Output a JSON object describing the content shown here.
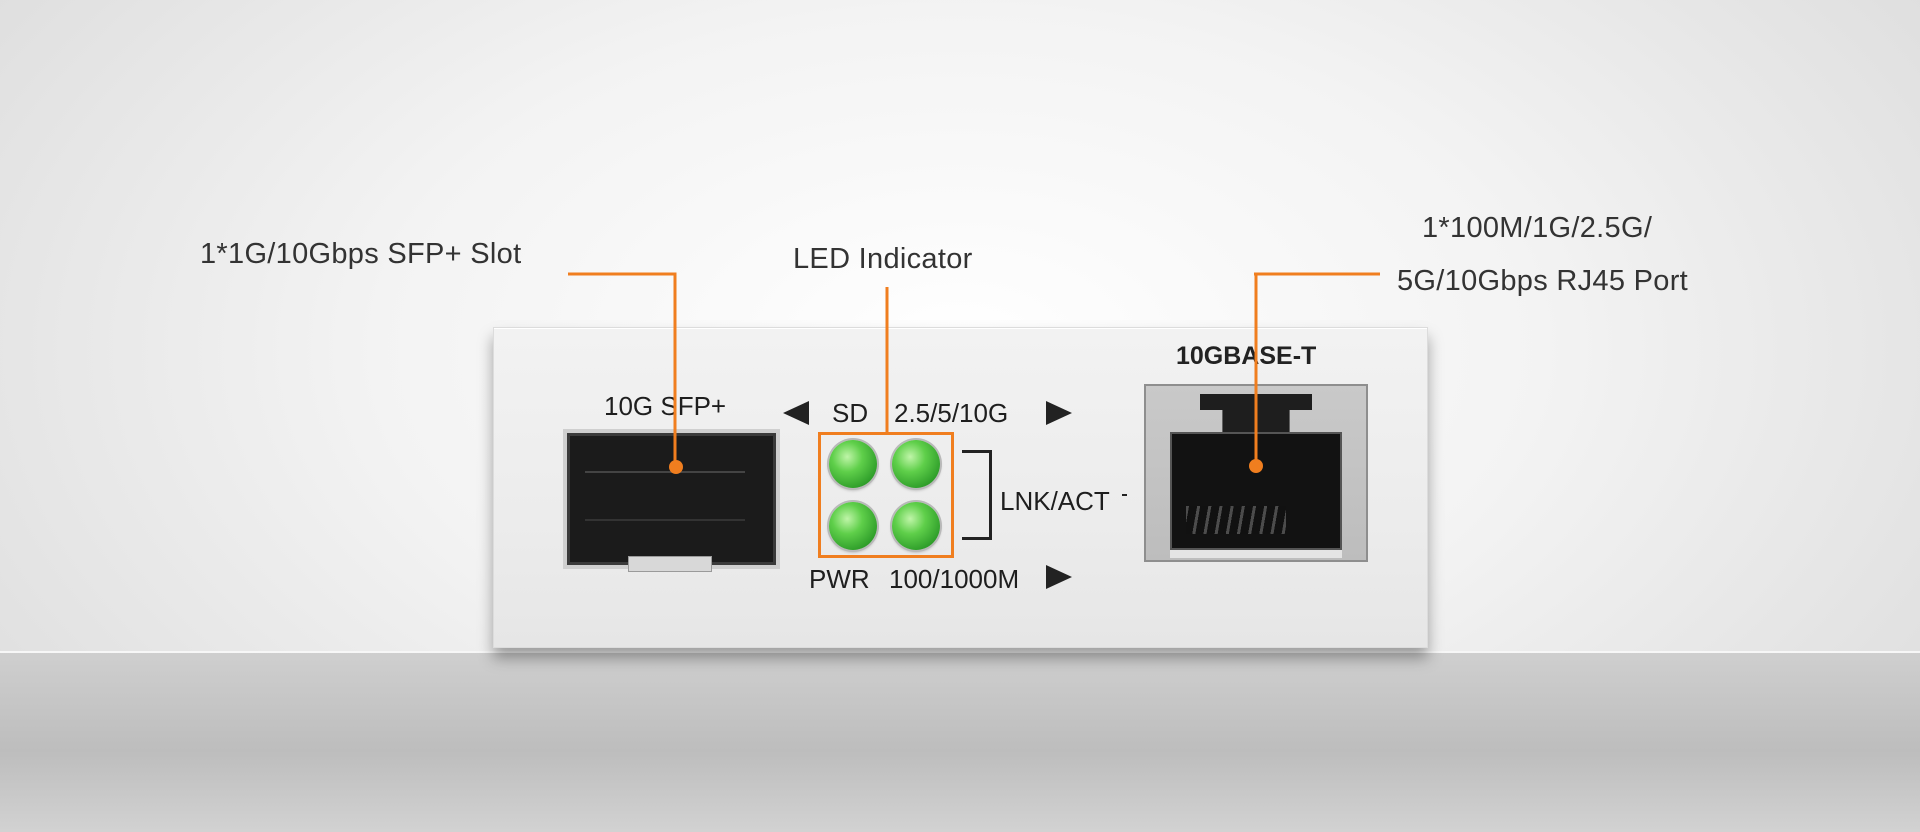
{
  "callouts": {
    "sfp_slot": "1*1G/10Gbps SFP+ Slot",
    "led_indicator": "LED Indicator",
    "rj45_line1": "1*100M/1G/2.5G/",
    "rj45_line2": "5G/10Gbps RJ45 Port"
  },
  "panel": {
    "sfp_label": "10G SFP+",
    "sd_label": "SD",
    "speed_high_label": "2.5/5/10G",
    "lnk_act_label": "LNK/ACT",
    "pwr_label": "PWR",
    "speed_low_label": "100/1000M",
    "rj45_label": "10GBASE-T"
  },
  "colors": {
    "leader_line": "#f07e1f",
    "led": "#5fcf4a"
  }
}
